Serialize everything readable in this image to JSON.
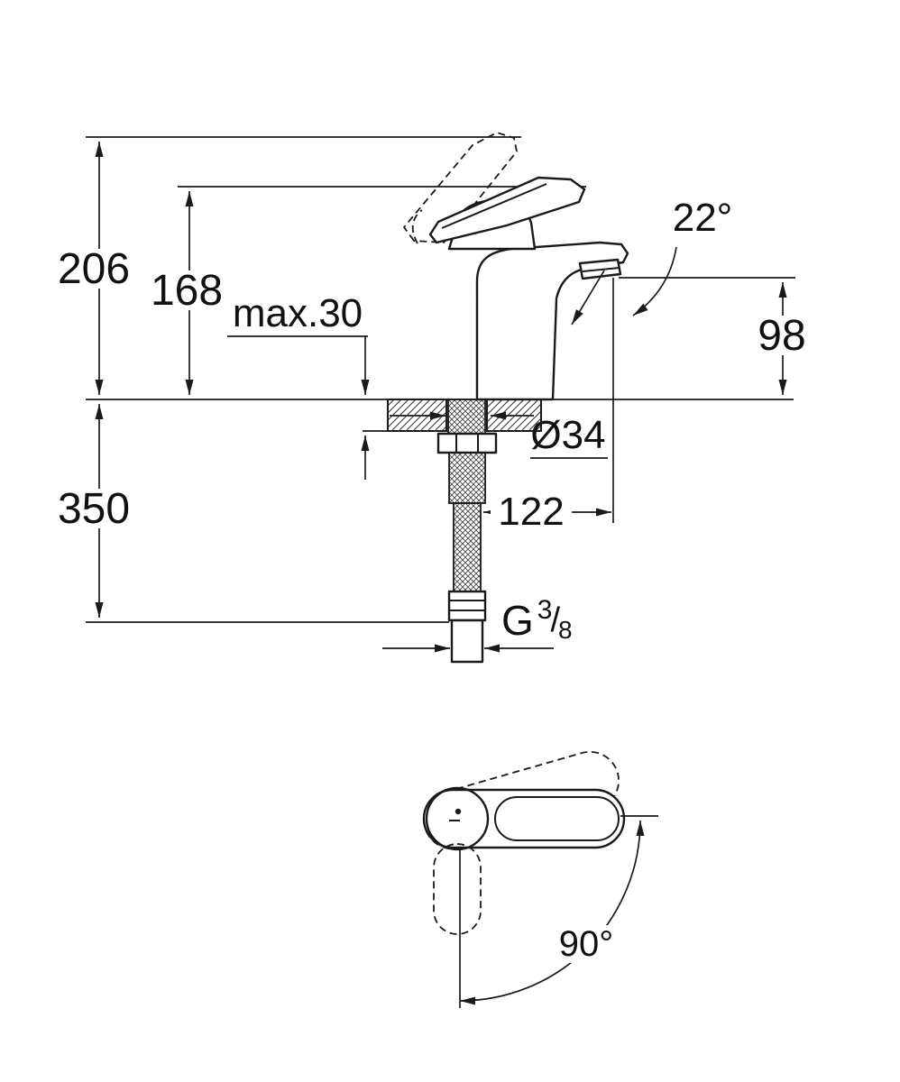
{
  "page": {
    "background": "#ffffff",
    "line_color": "#1a1a1a"
  },
  "side_view": {
    "total_height": "206",
    "handle_height": "168",
    "max_deck_thickness": "max.30",
    "spout_angle": "22°",
    "spout_outlet_height": "98",
    "hole_diameter": "Ø34",
    "hose_length": "350",
    "spout_reach": "122",
    "thread_prefix": "G",
    "thread_numerator": "3",
    "thread_slash": "/",
    "thread_denominator": "8"
  },
  "top_view": {
    "handle_swivel_angle": "90°"
  }
}
